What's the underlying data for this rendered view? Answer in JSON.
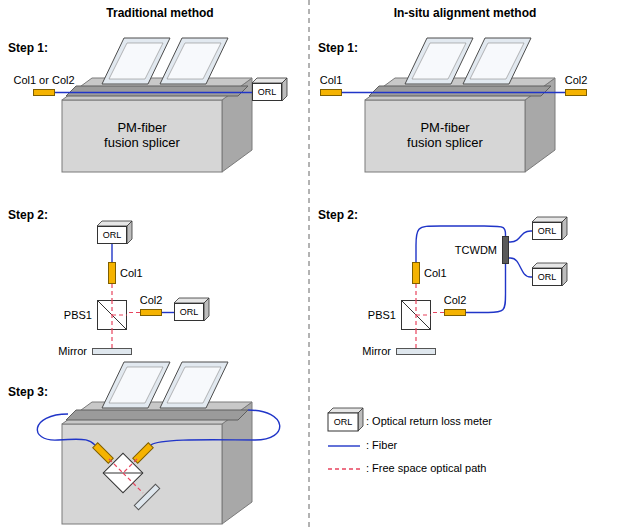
{
  "diagram": {
    "nodes": [
      {
        "text": [
          "PM-fiber fusion splicer"
        ]
      },
      {
        "text": [
          "Col1 or Col2"
        ]
      },
      {
        "text": [
          "ORL"
        ]
      },
      {
        "text": [
          "ORL"
        ]
      },
      {
        "text": [
          "Col1"
        ]
      },
      {
        "text": [
          "PBS1"
        ]
      },
      {
        "text": [
          "Col2"
        ]
      },
      {
        "text": [
          "ORL"
        ]
      },
      {
        "text": [
          "Mirror"
        ]
      },
      {
        "text": [
          "PM-fiber fusion splicer"
        ]
      },
      {
        "text": [
          "Col1"
        ]
      },
      {
        "text": [
          "Col2"
        ]
      },
      {
        "text": [
          "TCWDM"
        ]
      },
      {
        "text": [
          "ORL"
        ]
      },
      {
        "text": [
          "ORL"
        ]
      },
      {
        "text": [
          "Col1"
        ]
      },
      {
        "text": [
          "PBS1"
        ]
      },
      {
        "text": [
          "Col2"
        ]
      },
      {
        "text": [
          "Mirror"
        ]
      }
    ],
    "edges": [
      {
        "from": 1,
        "to": 2,
        "arrow": "none"
      },
      {
        "from": 3,
        "to": 4,
        "arrow": "none"
      },
      {
        "from": 6,
        "to": 7,
        "arrow": "none"
      },
      {
        "from": 4,
        "to": 5,
        "arrow": "none"
      },
      {
        "from": 6,
        "to": 5,
        "arrow": "none"
      },
      {
        "from": 5,
        "to": 8,
        "arrow": "none"
      },
      {
        "from": 10,
        "to": 11,
        "arrow": "none"
      },
      {
        "from": 15,
        "to": 12,
        "arrow": "none"
      },
      {
        "from": 17,
        "to": 12,
        "arrow": "none"
      },
      {
        "from": 12,
        "to": 13,
        "arrow": "none"
      },
      {
        "from": 12,
        "to": 14,
        "arrow": "none"
      },
      {
        "from": 15,
        "to": 16,
        "arrow": "none"
      },
      {
        "from": 17,
        "to": 16,
        "arrow": "none"
      },
      {
        "from": 16,
        "to": 18,
        "arrow": "none"
      }
    ],
    "labels": [
      "Traditional method",
      "In-situ alignment method",
      "Step 1:",
      "Step 2:",
      "Step 3:",
      "Step 1:",
      "Step 2:",
      "ORL"
    ],
    "legend": [
      {
        "text": ": Optical return loss meter"
      },
      {
        "text": ": Fiber"
      },
      {
        "text": ": Free space optical path"
      }
    ]
  }
}
